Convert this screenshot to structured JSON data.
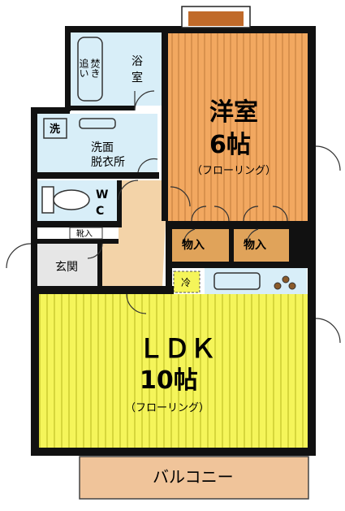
{
  "rooms": {
    "western_room": {
      "name": "洋室",
      "size": "6帖",
      "floor": "（フローリング）"
    },
    "ldk": {
      "name": "ＬＤＫ",
      "size": "10帖",
      "floor": "（フローリング）"
    },
    "bathroom": {
      "name": "浴室",
      "reheat_line1": "追い",
      "reheat_line2": "焚き"
    },
    "washroom": {
      "name_line1": "洗面",
      "name_line2": "脱衣所",
      "washer": "洗"
    },
    "toilet": {
      "line1": "W",
      "line2": "C"
    },
    "entrance": {
      "name": "玄関",
      "shoe_storage": "靴入"
    },
    "closet_left": {
      "name": "物入"
    },
    "closet_right": {
      "name": "物入"
    },
    "fridge": {
      "name": "冷"
    },
    "balcony": {
      "name": "バルコニー"
    }
  },
  "colors": {
    "western_room": "#F2A860",
    "western_stripe": "#C07A3A",
    "ldk": "#F5F55A",
    "ldk_stripe": "#B8B81E",
    "bath": "#D8EEF8",
    "closet": "#E0A35A",
    "hall": "#F3D3A8",
    "entrance": "#E6E6E6",
    "balcony": "#F0C49A",
    "wall": "#111111"
  }
}
